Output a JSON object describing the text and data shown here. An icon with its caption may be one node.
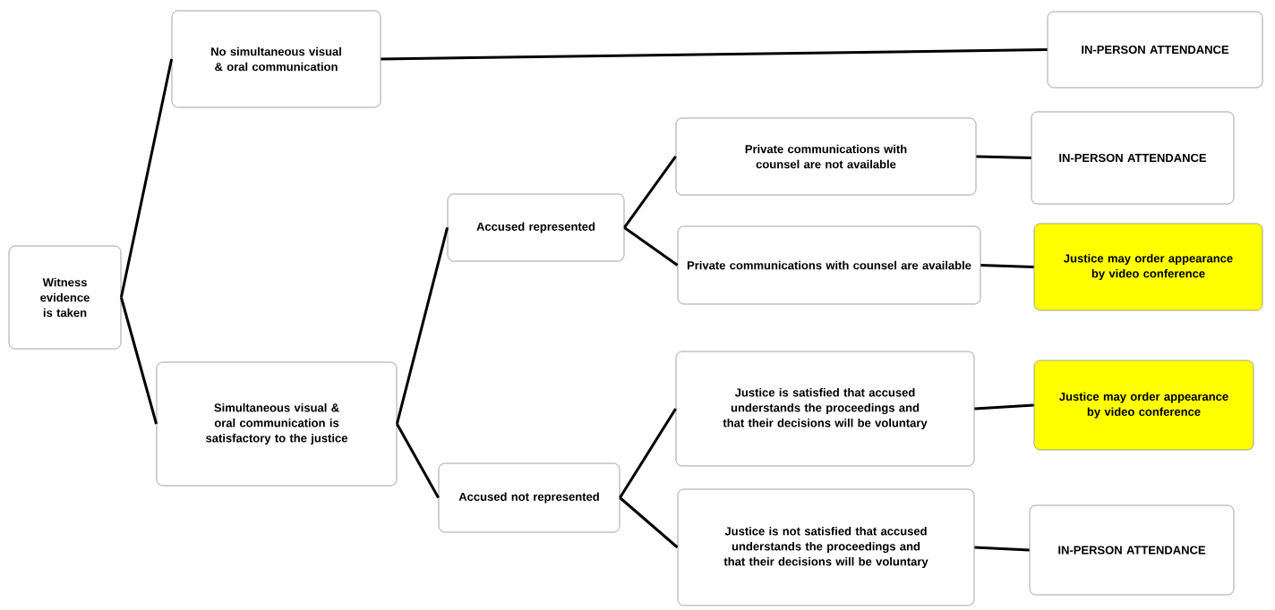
{
  "diagram": {
    "nodes": [
      {
        "text": [
          "Witness evidence is taken"
        ]
      },
      {
        "text": [
          "No simultaneous visual & oral communication"
        ]
      },
      {
        "text": [
          "Simultaneous visual & oral communication is satisfactory to the justice"
        ]
      },
      {
        "text": [
          "Accused represented"
        ]
      },
      {
        "text": [
          "Accused not represented"
        ]
      },
      {
        "text": [
          "Private communications with counsel are not available"
        ]
      },
      {
        "text": [
          "Private communications with counsel are available"
        ]
      },
      {
        "text": [
          "Justice is satisfied that accused understands the proceedings and that their decisions will be voluntary"
        ]
      },
      {
        "text": [
          "Justice is not satisfied that accused understands the proceedings and that their decisions will be voluntary"
        ]
      },
      {
        "text": [
          "IN-PERSON ATTENDANCE"
        ]
      },
      {
        "text": [
          "IN-PERSON ATTENDANCE"
        ]
      },
      {
        "text": [
          "Justice may order appearance by video conference"
        ]
      },
      {
        "text": [
          "Justice may order appearance by video conference"
        ]
      },
      {
        "text": [
          "IN-PERSON ATTENDANCE"
        ]
      }
    ],
    "edges": [
      {
        "from": 0,
        "to": 1,
        "arrow": "none"
      },
      {
        "from": 0,
        "to": 2,
        "arrow": "none"
      },
      {
        "from": 1,
        "to": 9,
        "arrow": "none"
      },
      {
        "from": 2,
        "to": 3,
        "arrow": "none"
      },
      {
        "from": 2,
        "to": 4,
        "arrow": "none"
      },
      {
        "from": 3,
        "to": 5,
        "arrow": "none"
      },
      {
        "from": 3,
        "to": 6,
        "arrow": "none"
      },
      {
        "from": 4,
        "to": 7,
        "arrow": "none"
      },
      {
        "from": 4,
        "to": 8,
        "arrow": "none"
      },
      {
        "from": 5,
        "to": 10,
        "arrow": "none"
      },
      {
        "from": 6,
        "to": 11,
        "arrow": "none"
      },
      {
        "from": 7,
        "to": 12,
        "arrow": "none"
      },
      {
        "from": 8,
        "to": 13,
        "arrow": "none"
      }
    ]
  }
}
